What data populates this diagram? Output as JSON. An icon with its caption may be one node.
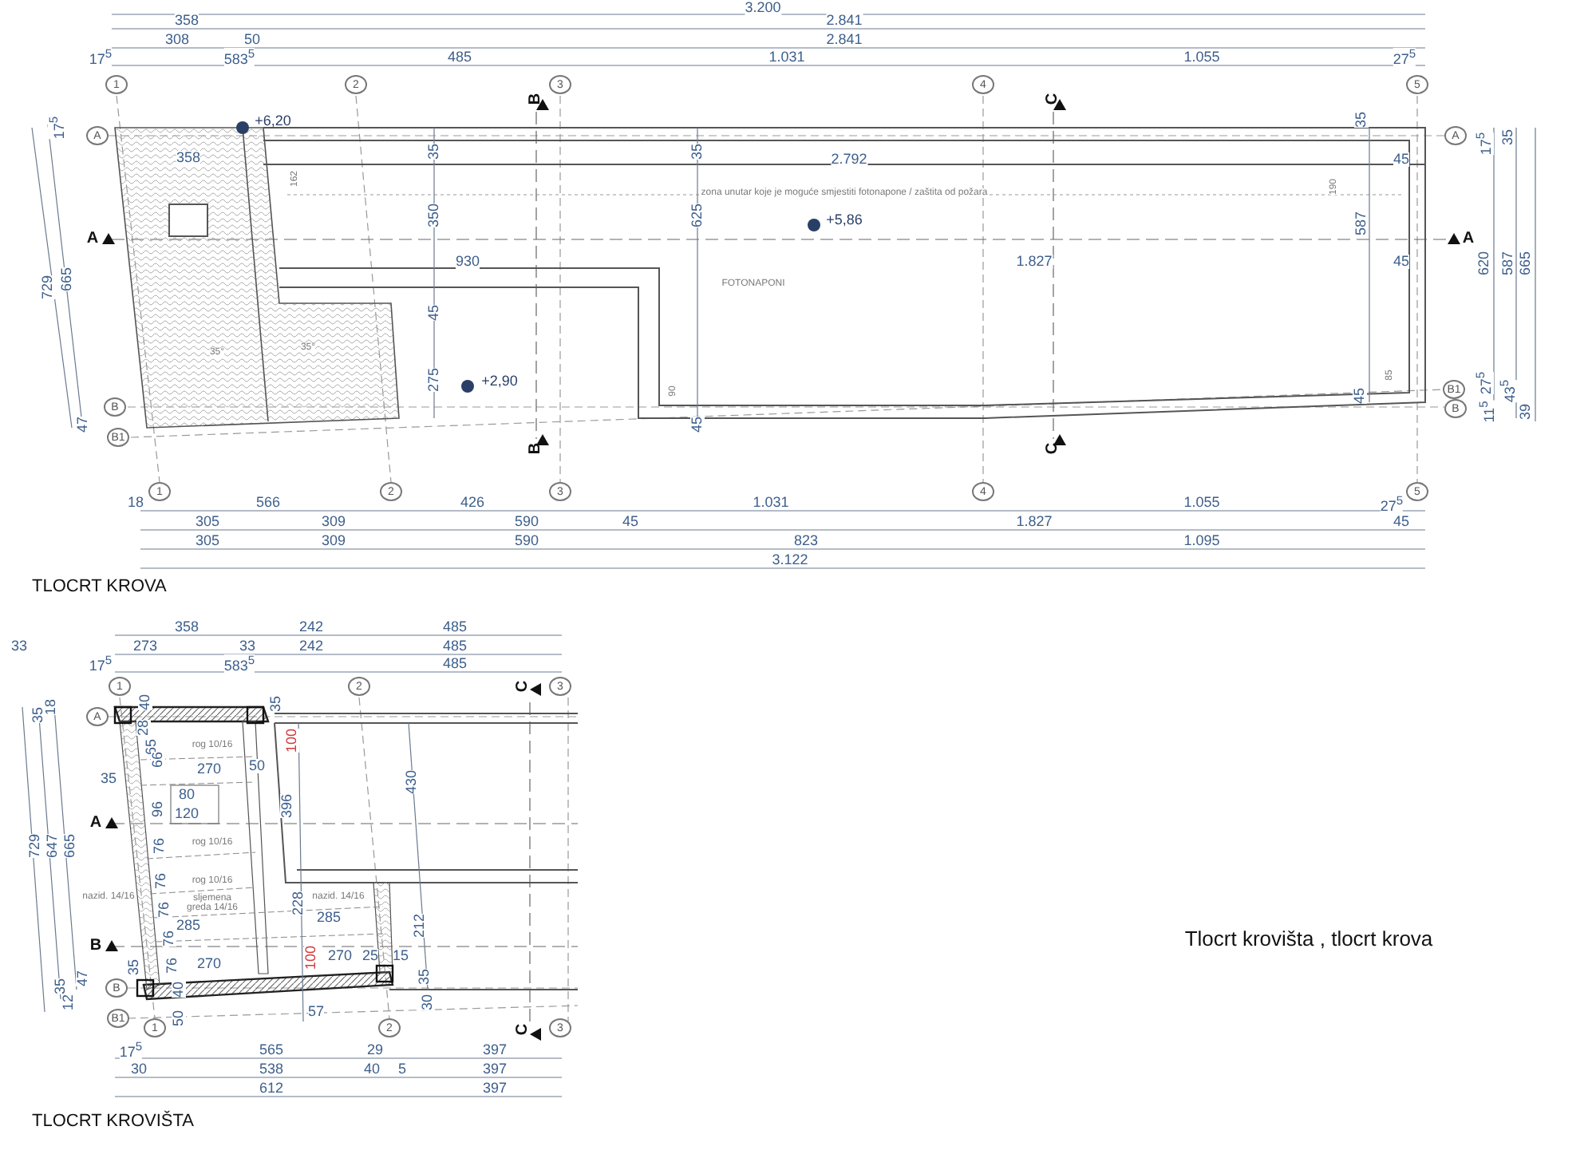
{
  "diagram": {
    "labels": [
      "3.200",
      "358",
      "2.841",
      "308",
      "50",
      "2.841",
      "17$^{5}$",
      "583$^{5}$",
      "485",
      "1.031",
      "1.055",
      "27$^{5}$",
      "1",
      "2",
      "3",
      "4",
      "5",
      "B",
      "C",
      "A",
      "+6,20",
      "17$^{5}$",
      "358",
      "35",
      "162",
      "35",
      "2.792",
      "35",
      "A",
      "17$^{5}$",
      "35",
      "45",
      "zona unutar koje je moguće smjestiti fotonapone / zaštita od požara",
      "190",
      "350",
      "625",
      "+5,86",
      "587",
      "A",
      "A",
      "729",
      "665",
      "930",
      "1.827",
      "45",
      "620",
      "587",
      "665",
      "FOTONAPONI",
      "45",
      "35°",
      "35°",
      "275",
      "+2,90",
      "90",
      "85",
      "27$^{5}$",
      "43$^{5}$",
      "B",
      "B1",
      "45",
      "45",
      "B",
      "47",
      "11$^{5}$",
      "39",
      "B1",
      "B",
      "C",
      "1",
      "2",
      "3",
      "4",
      "5",
      "18",
      "566",
      "426",
      "1.031",
      "1.055",
      "27$^{5}$",
      "305",
      "309",
      "590",
      "45",
      "1.827",
      "45",
      "305",
      "309",
      "590",
      "823",
      "1.095",
      "3.122",
      "TLOCRT KROVA",
      "358",
      "242",
      "485",
      "33",
      "273",
      "33",
      "242",
      "485",
      "17$^{5}$",
      "583$^{5}$",
      "485",
      "1",
      "2",
      "C",
      "3",
      "18",
      "40",
      "35",
      "A",
      "35",
      "28",
      "rog 10/16",
      "100",
      "65",
      "66",
      "35",
      "270",
      "50",
      "430",
      "80",
      "120",
      "96",
      "396",
      "A",
      "76",
      "rog 10/16",
      "729",
      "647",
      "665",
      "76",
      "rog 10/16",
      "nazid. 14/16",
      "sljemena greda 14/16",
      "nazid. 14/16",
      "76",
      "228",
      "285",
      "285",
      "212",
      "B",
      "76",
      "100",
      "270",
      "270",
      "25",
      "15",
      "35",
      "76",
      "47",
      "35",
      "35",
      "B",
      "40",
      "12",
      "30",
      "57",
      "B1",
      "50",
      "1",
      "2",
      "C",
      "3",
      "17$^{5}$",
      "565",
      "29",
      "397",
      "30",
      "538",
      "40",
      "5",
      "397",
      "612",
      "397",
      "TLOCRT KROVIŠTA",
      "Tlocrt krovišta , tlocrt krova"
    ]
  }
}
